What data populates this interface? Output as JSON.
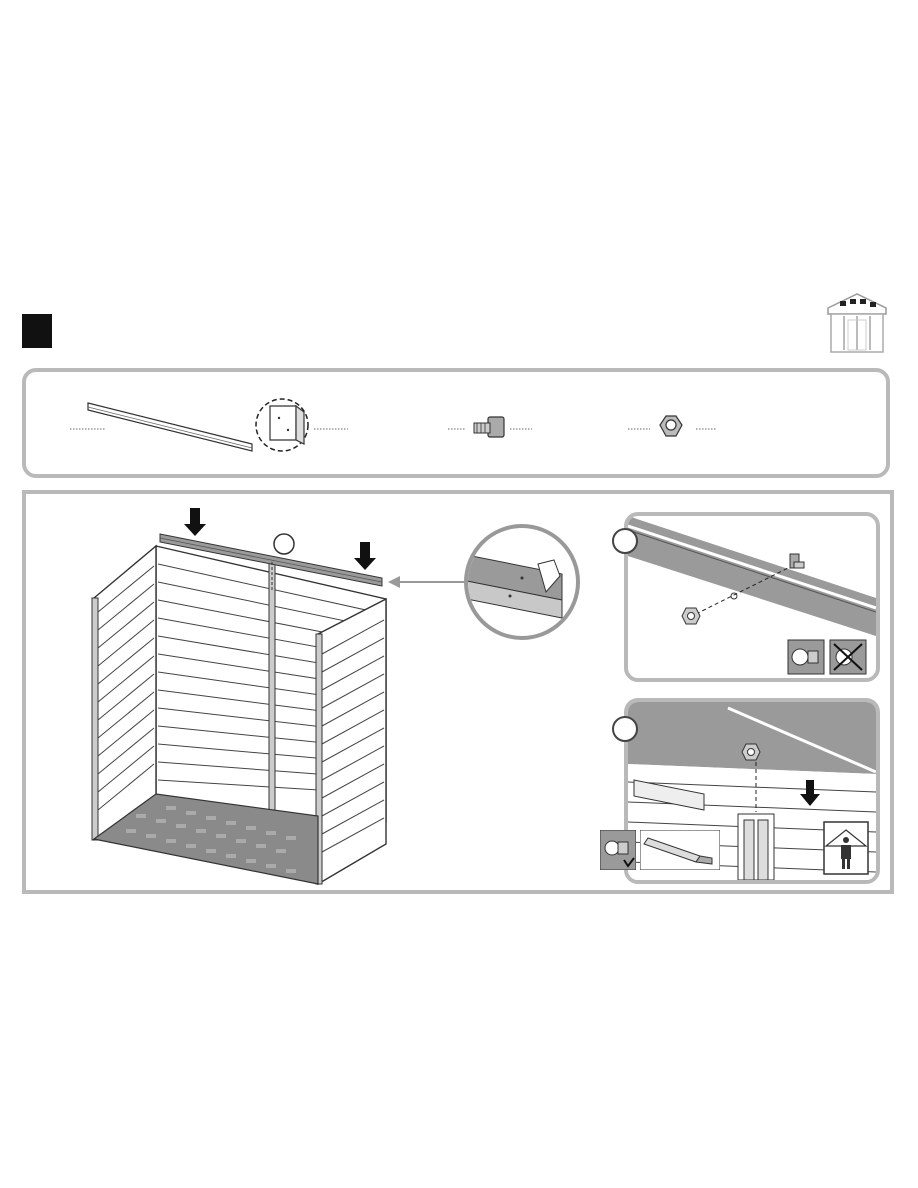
{
  "step": {
    "badge_color": "#111111",
    "number": ""
  },
  "header": {
    "shed_icon": "shed-icon"
  },
  "parts": [
    {
      "name": "roof-beam",
      "icon": "beam-icon",
      "quantity": ""
    },
    {
      "name": "bracket",
      "icon": "bracket-icon",
      "quantity": ""
    },
    {
      "name": "bolt",
      "icon": "bolt-icon",
      "quantity": ""
    },
    {
      "name": "nut",
      "icon": "nut-icon",
      "quantity": ""
    }
  ],
  "main": {
    "zoom_marker": "",
    "detail_a_marker": "",
    "detail_b_marker": "",
    "icons": [
      "down-arrow-icon",
      "magnifier-icon",
      "correct-nut-icon",
      "wrong-nut-icon",
      "screwdriver-icon",
      "two-person-icon"
    ]
  },
  "colors": {
    "panel_border": "#b9b9b9",
    "beam_gray": "#9a9a9a",
    "line_dark": "#333333"
  }
}
